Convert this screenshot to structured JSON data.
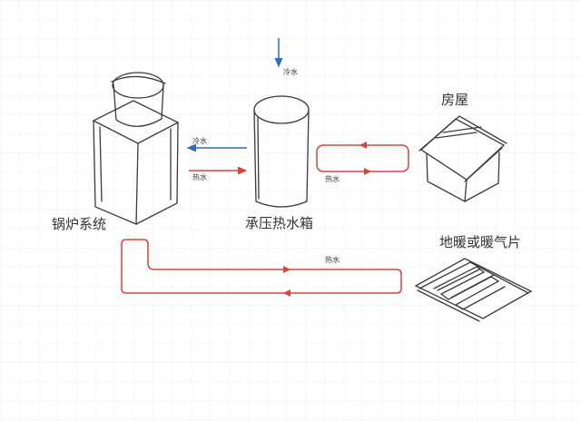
{
  "labels": {
    "boiler": "锅炉系统",
    "tank": "承压热水箱",
    "house": "房屋",
    "radiator": "地暖或暖气片"
  },
  "flows": {
    "cold_inlet": "冷水",
    "boiler_cold": "冷水",
    "boiler_hot": "热水",
    "house_loop": "热水",
    "radiator_loop": "热水"
  },
  "colors": {
    "hot": "#d9453a",
    "cold": "#2f6fb2",
    "sketch": "#3a3a3a",
    "grid": "#eef0f3"
  }
}
